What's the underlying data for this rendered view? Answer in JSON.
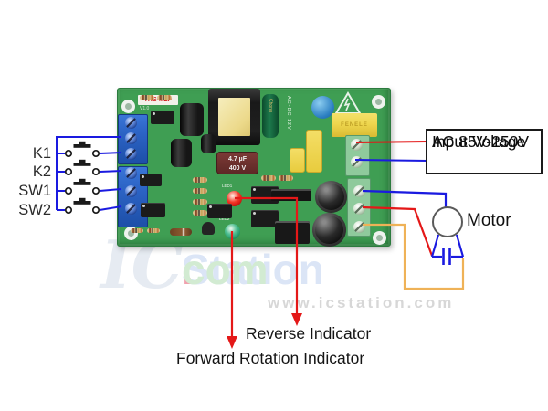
{
  "colors": {
    "line_red": "#e41818",
    "line_blue": "#1a1ae0",
    "line_orange": "#efb257",
    "pcb_green": "#3f9e53",
    "pcb_edge": "#2c7b3e",
    "terminal_blue": "#2e66c8",
    "terminal_green": "#8fca9c",
    "led_red": "#e42318",
    "led_green": "#2aa070",
    "component_yellow": "#eed64e",
    "watermark_logo": "#e6ebf2",
    "watermark_blue": "#dbe5f6",
    "watermark_pink": "#f0a2ae",
    "watermark_green": "#d2ebd2",
    "watermark_gray": "#d7d7d7"
  },
  "wiring_diagram": {
    "switches": [
      {
        "label": "K1"
      },
      {
        "label": "K2"
      },
      {
        "label": "SW1"
      },
      {
        "label": "SW2"
      }
    ],
    "input_voltage_box": {
      "line1": "Input Voltage",
      "line2": "AC 85V-250V"
    },
    "motor_label": "Motor",
    "reverse_indicator_label": "Reverse Indicator",
    "forward_indicator_label": "Forward Rotation Indicator"
  },
  "pcb": {
    "model_label": "TKS-M2P",
    "version_label": "V1.0",
    "capacitor_value": "4.7 µF",
    "capacitor_voltage": "400 V",
    "relay_brand": "FENELE",
    "cap_brand": "Chong",
    "silkscreen_power": "AC-DC 12V",
    "led1_label": "LED1",
    "led2_label": "LED2"
  },
  "watermark": {
    "logo": "IC",
    "name": "Station",
    "dot": ".",
    "tld": "com",
    "url": "www.icstation.com"
  }
}
